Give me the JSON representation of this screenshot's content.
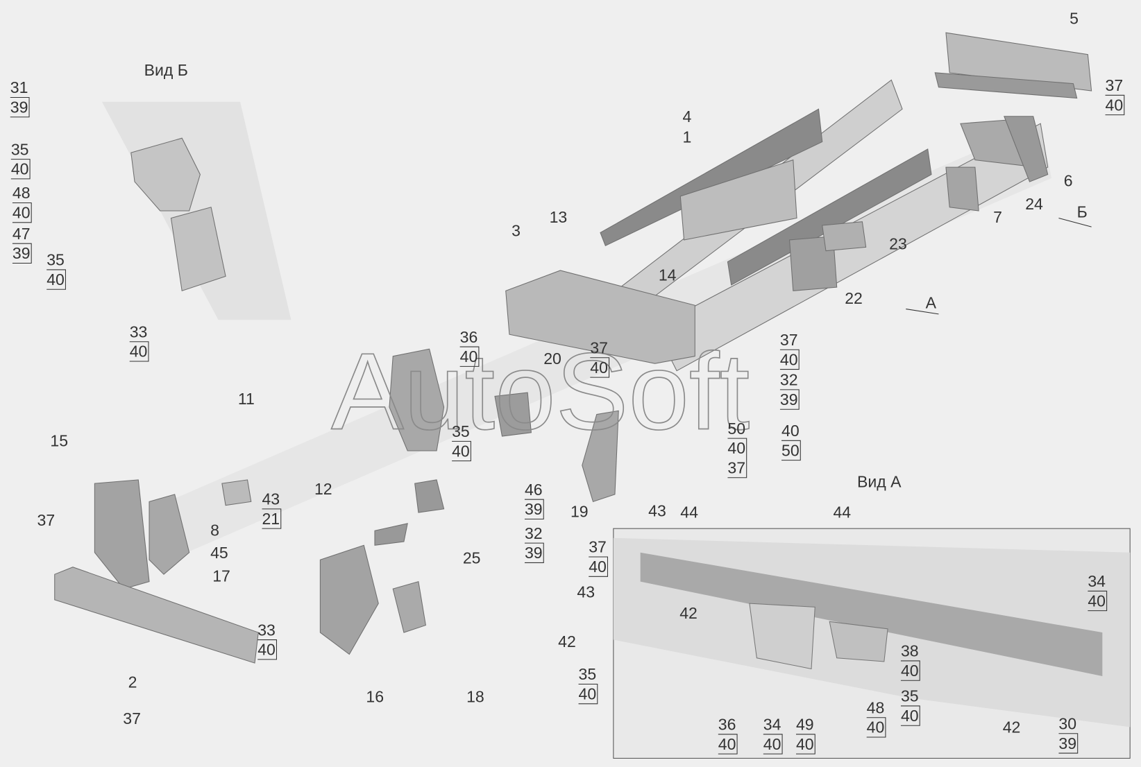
{
  "watermark": "AutoSoft",
  "view_b": {
    "title": "Вид Б"
  },
  "view_a": {
    "title": "Вид А"
  },
  "arrows": {
    "a": "А",
    "b": "Б"
  },
  "callouts": [
    [
      "31",
      "39"
    ],
    [
      "35",
      "40"
    ],
    [
      "48",
      "40"
    ],
    [
      "47",
      "39"
    ],
    [
      "35",
      "40"
    ],
    [
      "33",
      "40"
    ],
    [
      "5"
    ],
    [
      "37",
      "40"
    ],
    [
      "4"
    ],
    [
      "1"
    ],
    [
      "13"
    ],
    [
      "3"
    ],
    [
      "6"
    ],
    [
      "24"
    ],
    [
      "7"
    ],
    [
      "23"
    ],
    [
      "14"
    ],
    [
      "22"
    ],
    [
      "36",
      "40"
    ],
    [
      "20"
    ],
    [
      "37",
      "40"
    ],
    [
      "37",
      "40"
    ],
    [
      "32",
      "39"
    ],
    [
      "40",
      "50"
    ],
    [
      "50",
      "40",
      "37"
    ],
    [
      "35",
      "40"
    ],
    [
      "11"
    ],
    [
      "15"
    ],
    [
      "43",
      "21"
    ],
    [
      "12"
    ],
    [
      "8"
    ],
    [
      "45"
    ],
    [
      "17"
    ],
    [
      "37"
    ],
    [
      "46",
      "39"
    ],
    [
      "32",
      "39"
    ],
    [
      "25"
    ],
    [
      "19"
    ],
    [
      "33",
      "40"
    ],
    [
      "2"
    ],
    [
      "16"
    ],
    [
      "18"
    ],
    [
      "37"
    ],
    [
      "43"
    ],
    [
      "44"
    ],
    [
      "44"
    ],
    [
      "37",
      "40"
    ],
    [
      "43"
    ],
    [
      "42"
    ],
    [
      "42"
    ],
    [
      "34",
      "40"
    ],
    [
      "38",
      "40"
    ],
    [
      "35",
      "40"
    ],
    [
      "35",
      "40"
    ],
    [
      "48",
      "40"
    ],
    [
      "36",
      "40"
    ],
    [
      "34",
      "40"
    ],
    [
      "49",
      "40"
    ],
    [
      "42"
    ],
    [
      "30",
      "39"
    ]
  ]
}
